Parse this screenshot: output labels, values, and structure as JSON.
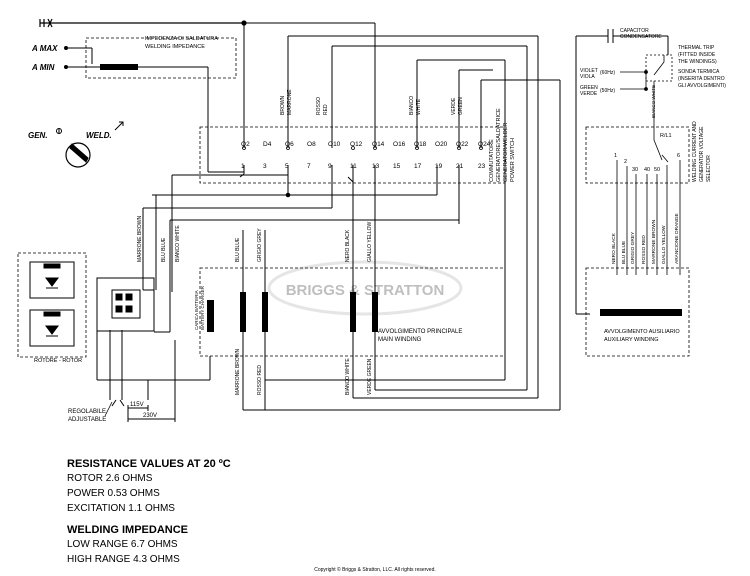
{
  "labels": {
    "amax": "A MAX",
    "amin": "A MIN",
    "gen": "GEN.",
    "weld": "WELD.",
    "impedance_it": "IMPEDENZA DI SALDATURA",
    "impedance_en": "WELDING IMPEDANCE",
    "capacitor_en": "CAPACITOR",
    "capacitor_it": "CONDENSATORE",
    "thermal_1": "THERMAL TRIP",
    "thermal_2": "(FITTED INSIDE",
    "thermal_3": "THE WINDINGS)",
    "thermal_4": "SONDA TERMICA",
    "thermal_5": "(INSERITA DENTRO",
    "thermal_6": "GLI AVVOLGIMENTI)",
    "violet_en": "VIOLET",
    "violet_it": "VIOLA",
    "green_en": "GREEN",
    "green_it": "VERDE",
    "hz60": "(60Hz)",
    "hz50": "(50Hz)",
    "rotore": "ROTORE - ROTOR",
    "main_it": "AVVOLGIMENTO PRINCIPALE",
    "main_en": "MAIN WINDING",
    "aux_it": "AVVOLGIMENTO AUSILIARIO",
    "aux_en": "AUXILIARY WINDING",
    "reg_it": "REGOLABILE",
    "reg_en": "ADJUSTABLE",
    "v115": "115V",
    "v230": "230V",
    "switch_1": "COMMUTATORE",
    "switch_2": "GENERATORE/SALDATRICE",
    "switch_3": "GENERATOR/WELDER",
    "switch_4": "POWER SWITCH",
    "selector_1": "WELDING CURRENT AND",
    "selector_2": "GENERATOR VOLTAGE",
    "selector_3": "SELECTOR",
    "watermark": "BRIGGS & STRATTON",
    "battery_it": "CARICA BATTERIA",
    "battery_en": "BATTERY CHARGER",
    "r1": "R/L1",
    "sel_1": "1",
    "sel_2": "2",
    "sel_30": "30",
    "sel_40": "40",
    "sel_50": "50",
    "sel_6": "6"
  },
  "terminals_top": [
    "2",
    "4",
    "6",
    "8",
    "10",
    "12",
    "14",
    "16",
    "18",
    "20",
    "22",
    "24"
  ],
  "terminals_bottom": [
    "1",
    "3",
    "5",
    "7",
    "9",
    "11",
    "13",
    "15",
    "17",
    "19",
    "21",
    "23"
  ],
  "terminal_prefix_top": "O",
  "top_wires": [
    {
      "it": "BROWN",
      "en": "MARRONE"
    },
    {
      "it": "ROSSO",
      "en": "RED"
    },
    {
      "it": "BIANCO",
      "en": "WHITE"
    },
    {
      "it": "VERDE",
      "en": "GREEN"
    }
  ],
  "mid_wires": [
    "MARRONE BROWN",
    "BLU BLUE",
    "BIANCO WHITE"
  ],
  "main_top_wires": [
    "BLU BLUE",
    "GRIGIO GREY",
    "NERO BLACK",
    "GIALLO YELLOW"
  ],
  "main_bottom_wires": [
    "MARRONE BROWN",
    "ROSSO RED",
    "BIANCO WHITE",
    "VERDE GREEN"
  ],
  "aux_wires": [
    "NERO BLACK",
    "BLU BLUE",
    "GRIGIO GREY",
    "ROSSO RED",
    "MARRONE BROWN",
    "GIALLO YELLOW",
    "ARANCIONE ORANGE"
  ],
  "bianco_white_vertical": "BIANCO WHITE",
  "resistance": {
    "title": "RESISTANCE VALUES AT 20 ºC",
    "rows": [
      "ROTOR 2.6 OHMS",
      "POWER 0.53 OHMS",
      "EXCITATION 1.1 OHMS"
    ]
  },
  "impedance": {
    "title": "WELDING IMPEDANCE",
    "rows": [
      "LOW RANGE 6.7 OHMS",
      "HIGH RANGE 4.3 OHMS"
    ]
  },
  "copyright": "Copyright © Briggs & Stratton, LLC. All rights reserved."
}
